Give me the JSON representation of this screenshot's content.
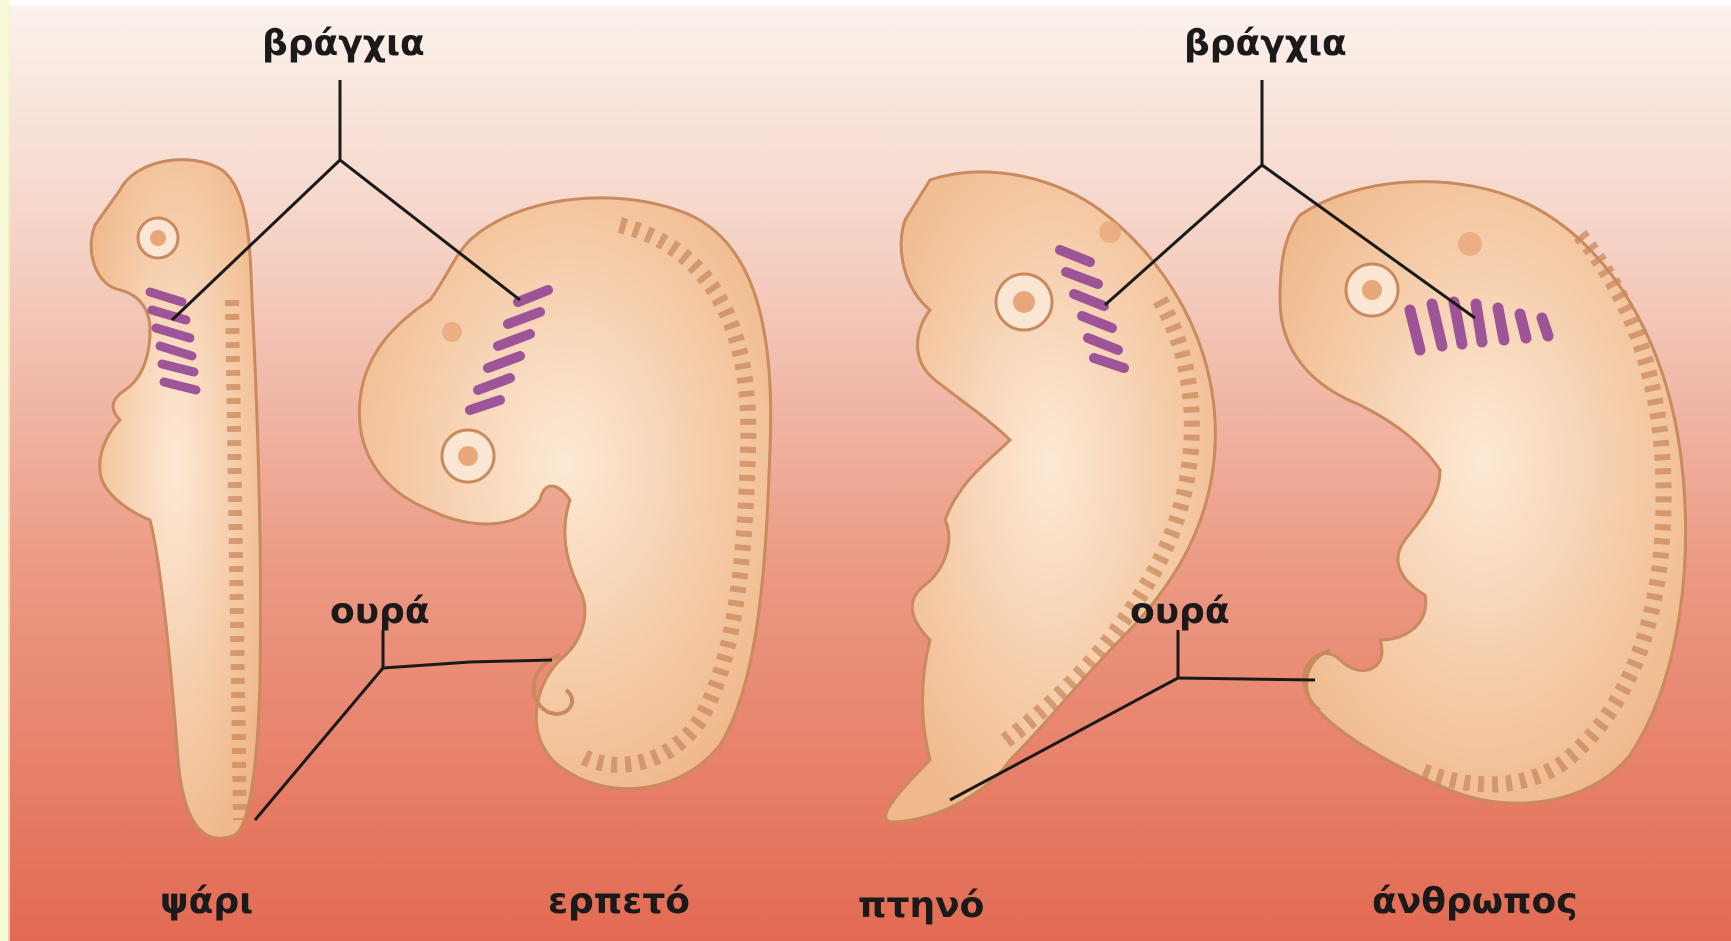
{
  "labels": {
    "gills_left": "βράγχια",
    "gills_right": "βράγχια",
    "tail_left": "ουρά",
    "tail_right": "ουρά",
    "fish": "ψάρι",
    "reptile": "ερπετό",
    "bird": "πτηνό",
    "human": "άνθρωπος"
  },
  "colors": {
    "background_top": "#fbf0ea",
    "background_bottom": "#e36a52",
    "embryo_fill": "#f6cda6",
    "embryo_outline": "#c98a5d",
    "gill_color": "#8e3f93",
    "line_color": "#1a1a1a"
  }
}
